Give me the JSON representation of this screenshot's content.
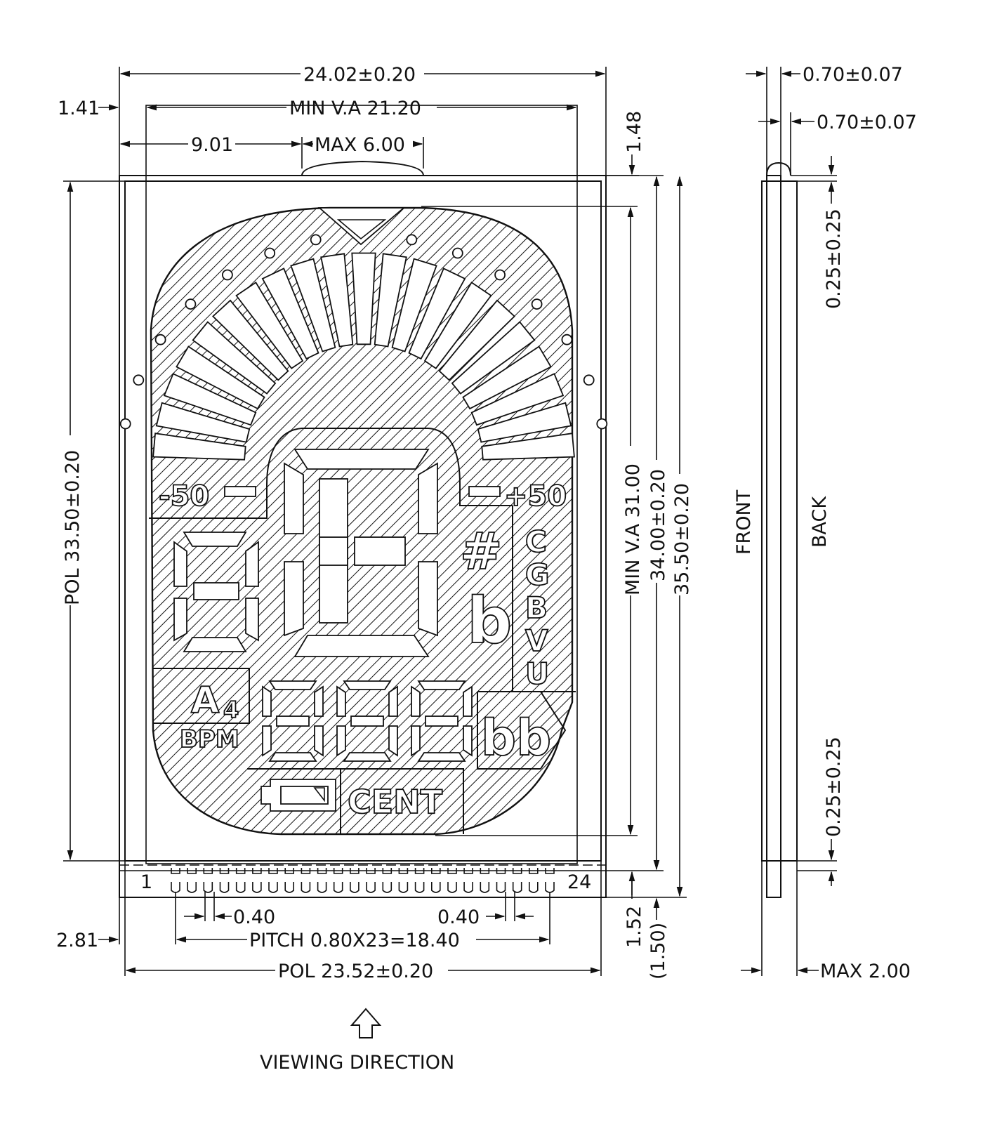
{
  "dimensions": {
    "width_total": "24.02±0.20",
    "min_va_width": "MIN V.A 21.20",
    "left_offset": "1.41",
    "nub_offset": "9.01",
    "nub_width": "MAX 6.00",
    "top_offset": "1.48",
    "pol_height": "POL 33.50±0.20",
    "min_va_height": "MIN V.A 31.00",
    "glass_height_34": "34.00±0.20",
    "total_height": "35.50±0.20",
    "pin_width_left": "0.40",
    "pin_width_right": "0.40",
    "pitch": "PITCH 0.80X23=18.40",
    "pin_offset_left": "2.81",
    "bottom_offset": "1.52",
    "bottom_offset_ref": "(1.50)",
    "pol_width": "POL 23.52±0.20",
    "side_thick_top": "0.70±0.07",
    "side_thick_second": "0.70±0.07",
    "side_pol_top": "0.25±0.25",
    "side_pol_bottom": "0.25±0.25",
    "side_max_thickness": "MAX 2.00"
  },
  "labels": {
    "front": "FRONT",
    "back": "BACK",
    "viewing_direction": "VIEWING DIRECTION",
    "pin_first": "1",
    "pin_last": "24"
  },
  "lcd": {
    "minus_50": "-50",
    "plus_50": "+50",
    "sharp": "#",
    "flat": "b",
    "double_flat": "bb",
    "strings": [
      "C",
      "G",
      "B",
      "V",
      "U"
    ],
    "a4": "A",
    "a4_sub": "4",
    "bpm": "BPM",
    "cent": "CENT"
  },
  "colors": {
    "line": "#111111",
    "background": "#ffffff"
  },
  "pin_count": 24
}
